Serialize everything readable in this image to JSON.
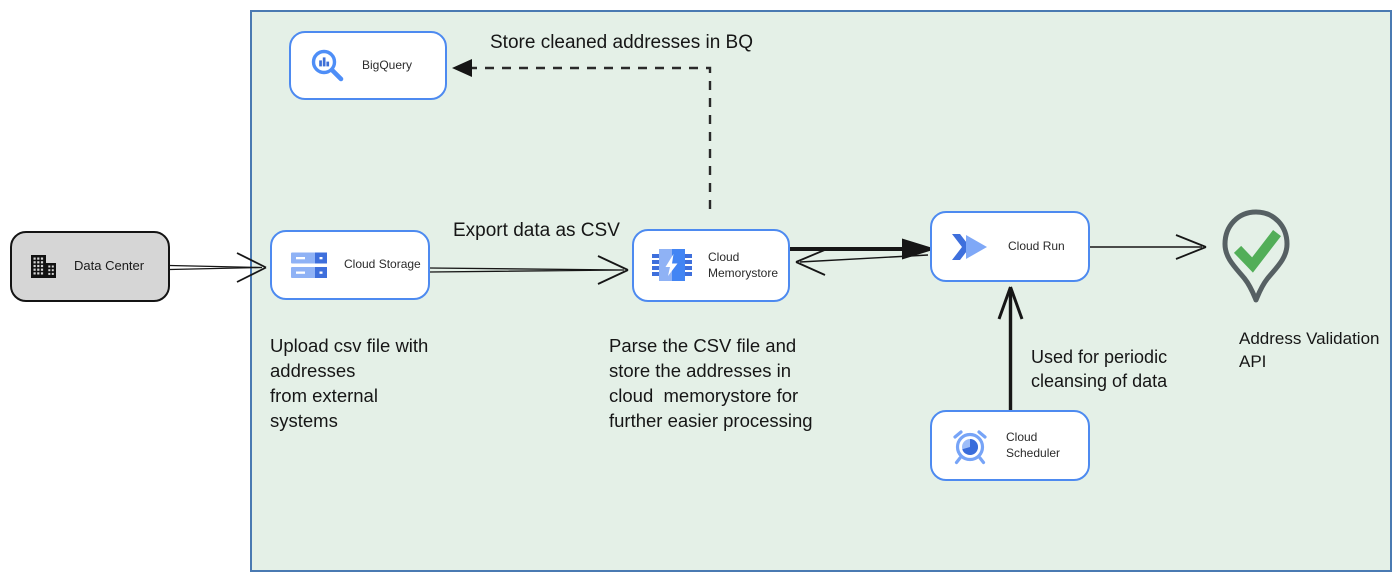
{
  "nodes": {
    "data_center": {
      "label": "Data Center"
    },
    "bigquery": {
      "label": "BigQuery"
    },
    "cloud_storage": {
      "label": "Cloud Storage"
    },
    "cloud_memorystore": {
      "label": "Cloud Memorystore"
    },
    "cloud_run": {
      "label": "Cloud Run"
    },
    "cloud_scheduler": {
      "label": "Cloud Scheduler"
    }
  },
  "labels": {
    "store_bq": "Store cleaned addresses in BQ",
    "export_csv": "Export data as CSV",
    "upload_note": "Upload csv file with\naddresses\nfrom external\nsystems",
    "parse_note": "Parse the CSV file and\nstore the addresses in\ncloud  memorystore for\nfurther easier processing",
    "periodic_note": "Used for periodic\ncleansing of data",
    "address_api": "Address Validation\nAPI"
  },
  "colors": {
    "zone_fill": "#e4f0e7",
    "zone_border": "#4a7ab2",
    "node_border": "#4d8af0",
    "node_fill": "#ffffff",
    "datacenter_fill": "#d6d6d6",
    "icon_blue": "#4285f4",
    "icon_blue_light": "#8fb2f5",
    "arrow_black": "#161616",
    "check_green": "#52ae58",
    "pin_gray": "#566063"
  }
}
